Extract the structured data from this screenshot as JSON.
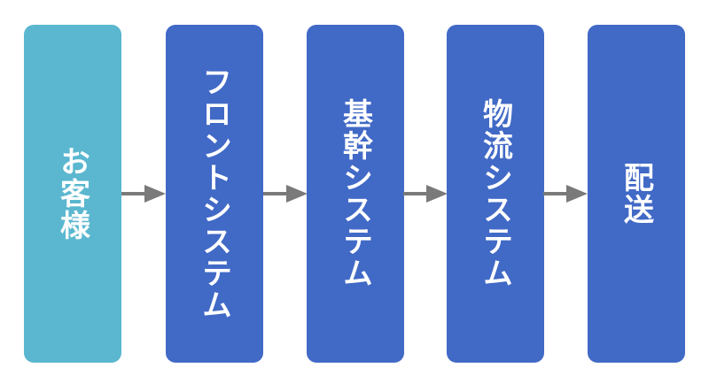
{
  "colors": {
    "customer": "#5ab7cf",
    "system": "#4169c6",
    "arrow": "#7a7a7a"
  },
  "steps": [
    {
      "label": "お客様"
    },
    {
      "label": "フロントシステム"
    },
    {
      "label": "基幹システム"
    },
    {
      "label": "物流システム"
    },
    {
      "label": "配送"
    }
  ]
}
